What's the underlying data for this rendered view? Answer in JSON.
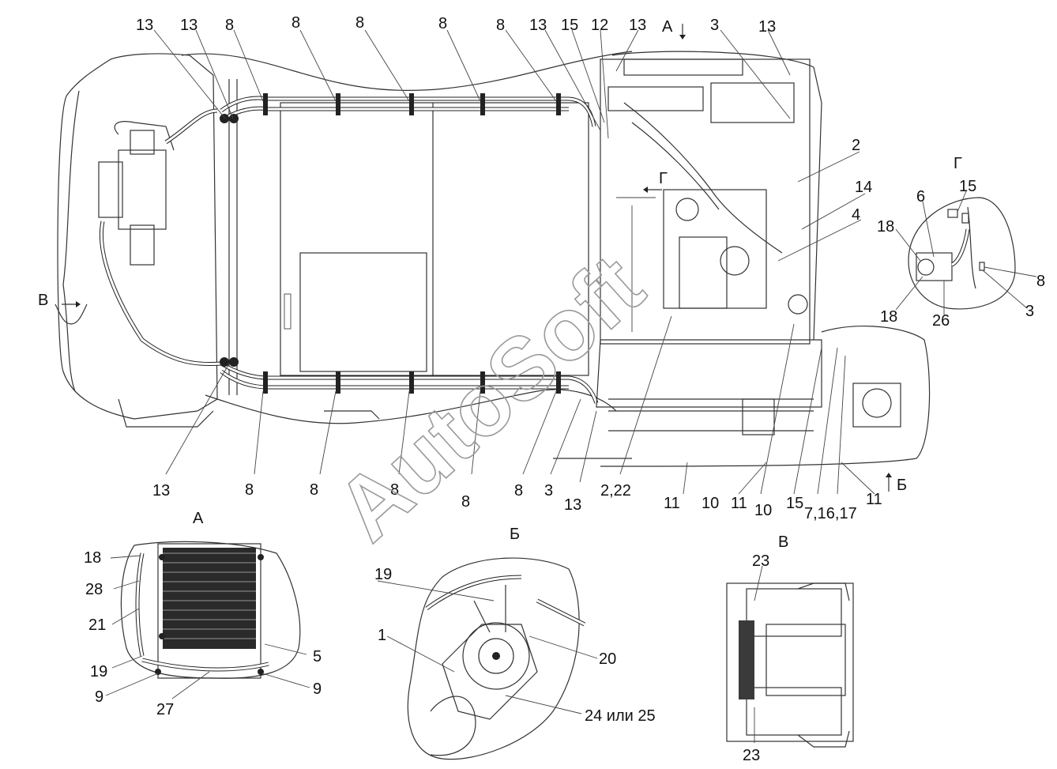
{
  "watermark": "AutoSoft",
  "view_titles": {
    "a_top": "А",
    "g_top": "Г",
    "g_side": "Г",
    "b_side": "Б",
    "v_side": "В",
    "a_detail": "А",
    "b_detail": "Б",
    "v_detail": "В"
  },
  "main_labels": {
    "t1": "13",
    "t2": "13",
    "t3": "8",
    "t4": "8",
    "t5": "8",
    "t6": "8",
    "t7": "8",
    "t8": "13",
    "t9": "15",
    "t10": "12",
    "t11": "13",
    "t12": "3",
    "t13": "13",
    "r1": "2",
    "r2": "14",
    "r3": "4",
    "b1": "13",
    "b2": "8",
    "b3": "8",
    "b4": "8",
    "b5": "8",
    "b6": "8",
    "b7": "3",
    "b8": "13",
    "b9": "2,22",
    "b10": "11",
    "b11": "11",
    "b12": "10",
    "b13": "10",
    "b14": "15",
    "b15": "7,16,17",
    "b16": "11"
  },
  "g_labels": {
    "l15": "15",
    "l6": "6",
    "l18a": "18",
    "l18b": "18",
    "l26": "26",
    "l8": "8",
    "l3": "3"
  },
  "a_labels": {
    "l18": "18",
    "l28": "28",
    "l21": "21",
    "l19": "19",
    "l9a": "9",
    "l27": "27",
    "l5": "5",
    "l9b": "9"
  },
  "b_labels": {
    "l19": "19",
    "l1": "1",
    "l20": "20",
    "l24": "24 или 25"
  },
  "v_labels": {
    "l23a": "23",
    "l23b": "23"
  }
}
